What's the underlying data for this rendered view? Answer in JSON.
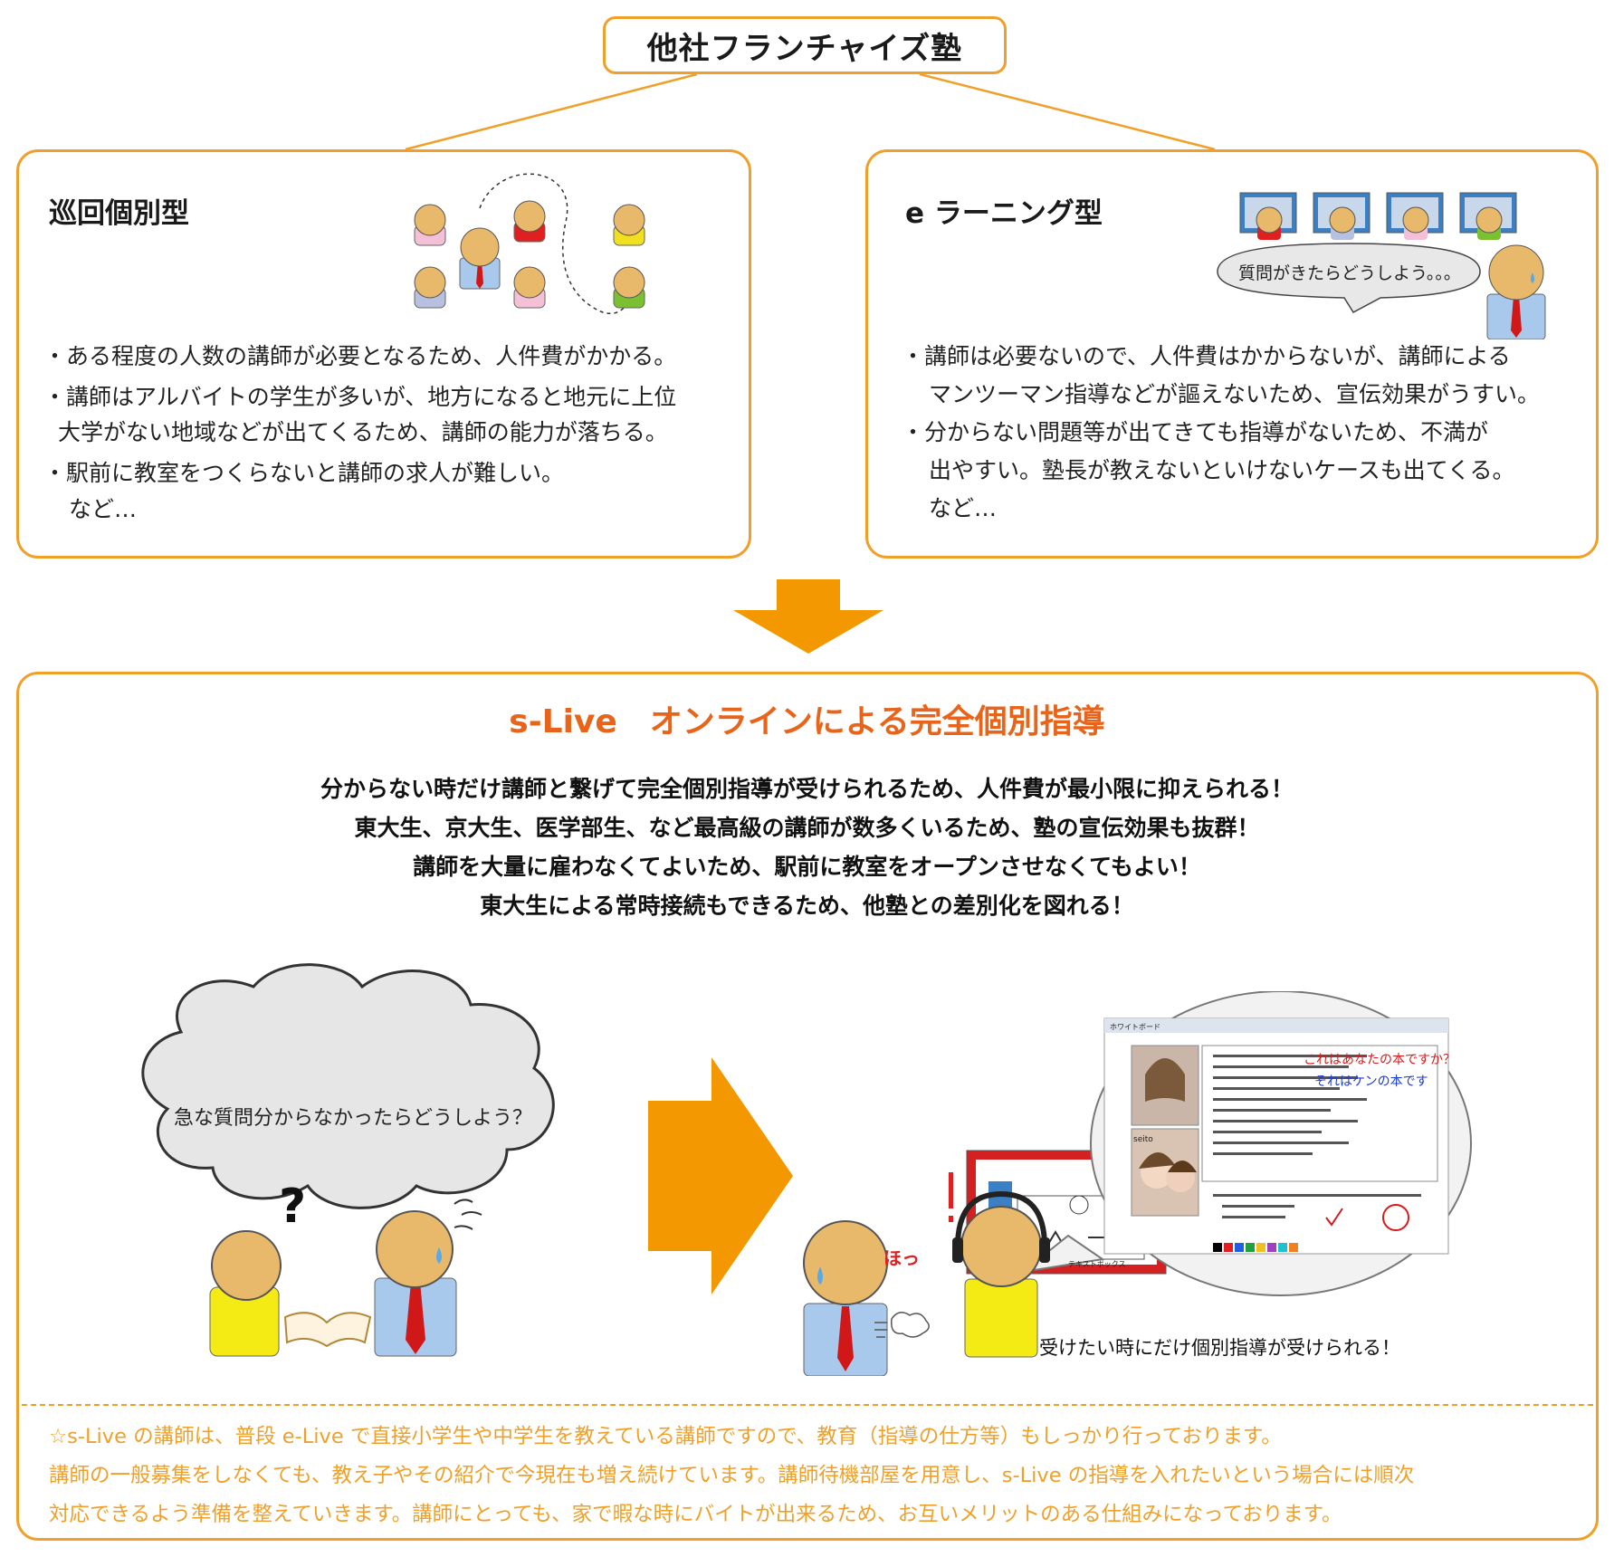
{
  "header": {
    "title": "他社フランチャイズ塾"
  },
  "left_panel": {
    "title": "巡回個別型",
    "bullets": [
      "・ある程度の人数の講師が必要となるため、人件費がかかる。",
      "・講師はアルバイトの学生が多いが、地方になると地元に上位",
      "大学がない地域などが出てくるため、講師の能力が落ちる。",
      "・駅前に教室をつくらないと講師の求人が難しい。",
      "など…"
    ]
  },
  "right_panel": {
    "title": "e ラーニング型",
    "speech": "質問がきたらどうしよう。。。",
    "bullets": [
      "・講師は必要ないので、人件費はかからないが、講師による",
      "マンツーマン指導などが謳えないため、宣伝効果がうすい。",
      "・分からない問題等が出てきても指導がないため、不満が",
      "出やすい。塾長が教えないといけないケースも出てくる。",
      "など…"
    ]
  },
  "main": {
    "title": "s-Live　オンラインによる完全個別指導",
    "lines": [
      "分からない時だけ講師と繋げて完全個別指導が受けられるため、人件費が最小限に抑えられる！",
      "東大生、京大生、医学部生、など最高級の講師が数多くいるため、塾の宣伝効果も抜群！",
      "講師を大量に雇わなくてよいため、駅前に教室をオープンさせなくてもよい！",
      "東大生による常時接続もできるため、他塾との差別化を図れる！"
    ],
    "cloud_text": "急な質問分からなかったらどうしよう？",
    "hotto": "ほっ",
    "caption": "受けたい時にだけ個別指導が受けられる！",
    "notes": [
      "☆s-Live の講師は、普段 e-Live で直接小学生や中学生を教えている講師ですので、教育（指導の仕方等）もしっかり行っております。",
      "講師の一般募集をしなくても、教え子やその紹介で今現在も増え続けています。講師待機部屋を用意し、s-Live の指導を入れたいという場合には順次",
      "対応できるよう準備を整えていきます。講師にとっても、家で暇な時にバイトが出来るため、お互いメリットのある仕組みになっております。"
    ]
  },
  "screen": {
    "webcam_label": "seito",
    "whiteboard_title": "ホワイトボード",
    "textbox_label": "テキストボックス",
    "handwriting_1": "これはあなたの本ですか？",
    "handwriting_2": "それはケンの本です"
  },
  "colors": {
    "accent": "#f0a02a",
    "title_orange": "#e8641a",
    "arrow": "#f39800",
    "face": "#e8b96a"
  }
}
